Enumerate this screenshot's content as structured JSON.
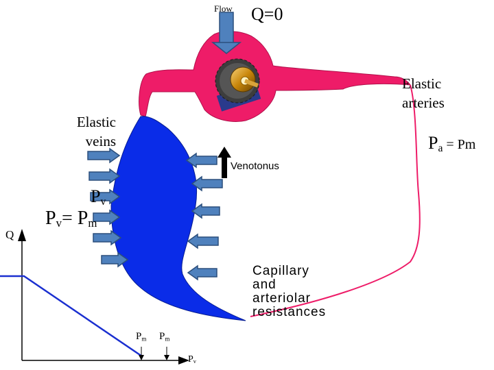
{
  "flow_label": "Flow",
  "q_zero_label": "Q=0",
  "elastic_arteries": {
    "line1": "Elastic",
    "line2": "arteries"
  },
  "elastic_veins": {
    "line1": "Elastic",
    "line2": "veins"
  },
  "pa_eq": {
    "p": "P",
    "sub": "a",
    "rest": " = Pm"
  },
  "venotonus_label": "Venotonus",
  "pv_label": {
    "p": "P",
    "sub": "v"
  },
  "pv_eq_pm": {
    "p1": "P",
    "sub1": "v",
    "eq": "= P",
    "sub2": "m"
  },
  "q_axis_label": "Q",
  "resistances": {
    "line1": "Capillary",
    "line2": "and",
    "line3": "arteriolar",
    "line4": "resistances"
  },
  "pm_marker1": {
    "p": "P",
    "sub": "m"
  },
  "pm_marker2": {
    "p": "P",
    "sub": "m"
  },
  "pv_axis": {
    "p": "P",
    "sub": "v"
  },
  "colors": {
    "artery_pink": "#ee1c68",
    "vein_blue": "#0a2ce8",
    "arrow_fill": "#4f81bd",
    "arrow_stroke": "#2c4f7c",
    "curve": "#1a2fd0",
    "pump_gold": "#c8860a",
    "pump_dark": "#3a3a3a"
  }
}
